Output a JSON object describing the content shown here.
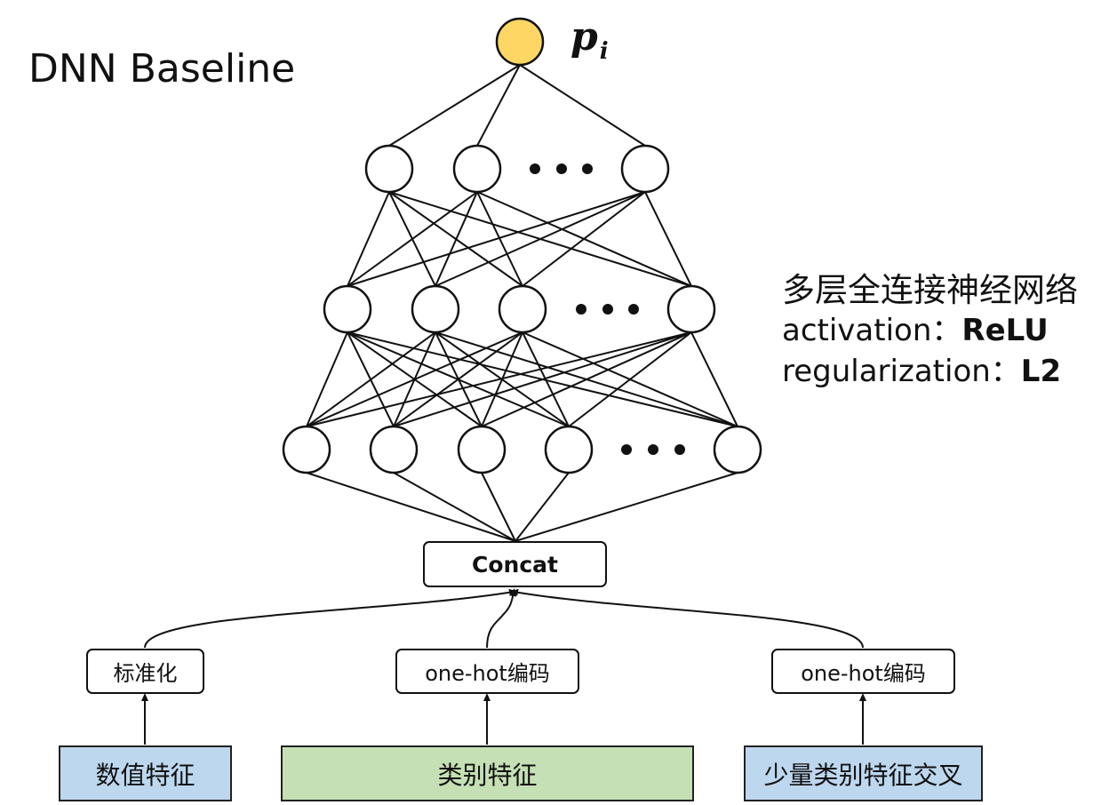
{
  "title": "DNN Baseline",
  "output": {
    "label": "p",
    "subscript": "i",
    "node_color": "#FDD663"
  },
  "info": {
    "heading": "多层全连接神经网络",
    "activation_label": "activation：",
    "activation_value": "ReLU",
    "regularization_label": "regularization：",
    "regularization_value": "L2"
  },
  "concat_label": "Concat",
  "encoders": [
    "标准化",
    "one-hot编码",
    "one-hot编码"
  ],
  "features": [
    {
      "label": "数值特征",
      "color": "#BDD7EE"
    },
    {
      "label": "类别特征",
      "color": "#C5E0B4"
    },
    {
      "label": "少量类别特征交叉",
      "color": "#BDD7EE"
    }
  ]
}
